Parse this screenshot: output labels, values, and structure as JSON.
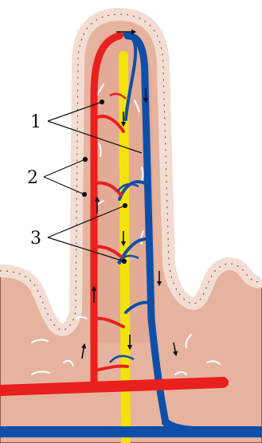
{
  "labels": {
    "one": "1",
    "two": "2",
    "three": "3"
  },
  "colors": {
    "background": "#ffffff",
    "tissue": "#e6b39e",
    "epithelium": "#f3ddd2",
    "nucleus": "#8b4a3a",
    "artery": "#e8201e",
    "vein": "#0d4fa8",
    "lacteal": "#f2e40a",
    "arrow": "#111111"
  },
  "icons": {
    "flow_arrow": "arrow-icon"
  }
}
